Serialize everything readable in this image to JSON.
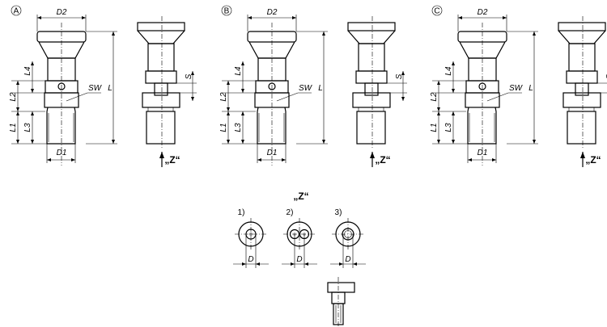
{
  "variants": [
    {
      "id": "A",
      "labels": {
        "D2": "D2",
        "D1": "D1",
        "L": "L",
        "L1": "L1",
        "L2": "L2",
        "L3": "L3",
        "L4": "L4",
        "SW": "SW",
        "S": "S",
        "Z": "„Z“"
      }
    },
    {
      "id": "B",
      "labels": {
        "D2": "D2",
        "D1": "D1",
        "L": "L",
        "L1": "L1",
        "L2": "L2",
        "L3": "L3",
        "L4": "L4",
        "SW": "SW",
        "S": "S",
        "Z": "„Z“"
      }
    },
    {
      "id": "C",
      "labels": {
        "D2": "D2",
        "D1": "D1",
        "L": "L",
        "L1": "L1",
        "L2": "L2",
        "L3": "L3",
        "L4": "L4",
        "SW": "SW",
        "S": "S",
        "Z": "„Z“"
      }
    }
  ],
  "view_z": {
    "title": "„Z“",
    "options": [
      {
        "number": "1)",
        "dim": "D"
      },
      {
        "number": "2)",
        "dim": "D"
      },
      {
        "number": "3)",
        "dim": "D"
      }
    ]
  }
}
